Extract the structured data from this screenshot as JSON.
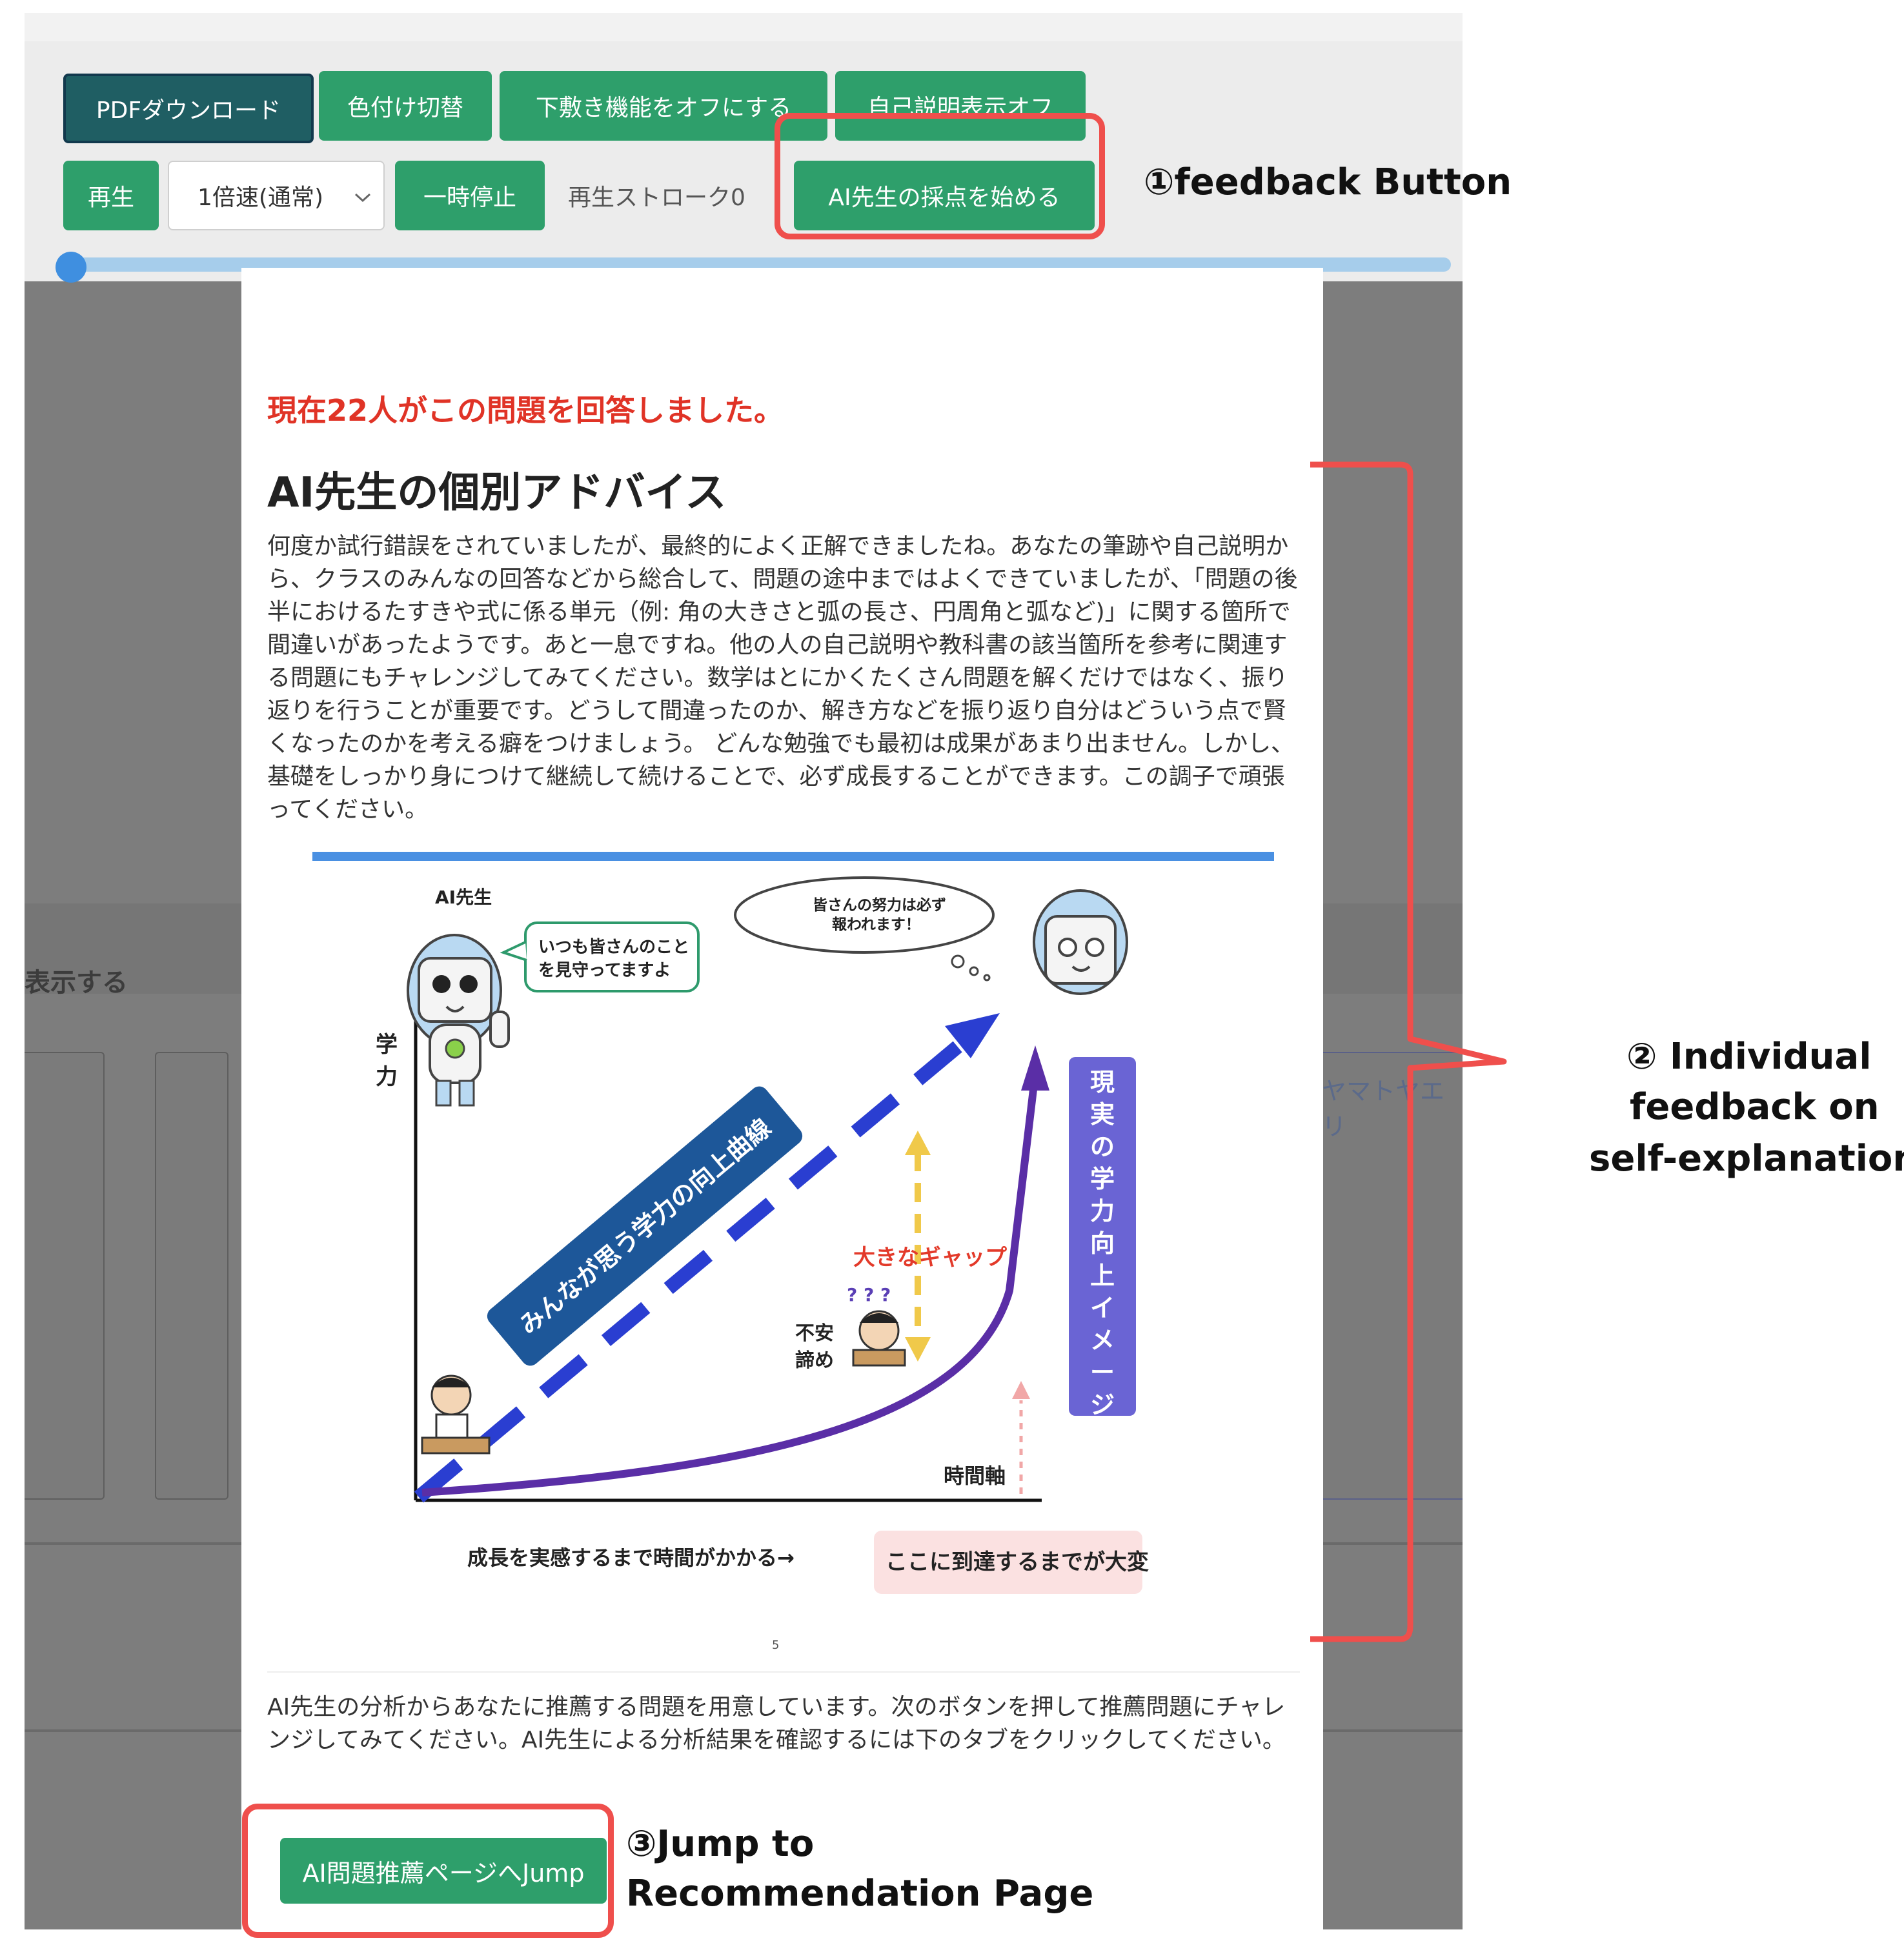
{
  "toolbar": {
    "pdf_download": "PDFダウンロード",
    "color_toggle": "色付け切替",
    "underlay_off": "下敷き機能をオフにする",
    "self_explanation_off": "自己説明表示オフ",
    "play": "再生",
    "speed_selected": "1倍速(通常)",
    "pause": "一時停止",
    "stroke_label": "再生ストローク0",
    "ai_grade": "AI先生の採点を始める"
  },
  "page": {
    "notice": "現在22人がこの問題を回答しました。",
    "advice_title": "AI先生の個別アドバイス",
    "advice_body": "何度か試行錯誤をされていましたが、最終的によく正解できましたね。あなたの筆跡や自己説明から、クラスのみんなの回答などから総合して、問題の途中まではよくできていましたが、「問題の後半におけるたすきや式に係る単元（例: 角の大きさと弧の長さ、円周角と弧など)」に関する箇所で間違いがあったようです。あと一息ですね。他の人の自己説明や教科書の該当箇所を参考に関連する問題にもチャレンジしてみてください。数学はとにかくたくさん問題を解くだけではなく、振り返りを行うことが重要です。どうして間違ったのか、解き方などを振り返り自分はどういう点で賢くなったのかを考える癖をつけましょう。 どんな勉強でも最初は成果があまり出ません。しかし、基礎をしっかり身につけて継続して続けることで、必ず成長することができます。この調子で頑張ってください。",
    "page_number": "5",
    "recommend_text": "AI先生の分析からあなたに推薦する問題を用意しています。次のボタンを押して推薦問題にチャレンジしてみてください。AI先生による分析結果を確認するには下のタブをクリックしてください。",
    "jump_button": "AI問題推薦ページへJump"
  },
  "figure": {
    "ai_teacher": "AI先生",
    "bubble_line1": "いつも皆さんのこと",
    "bubble_line2": "を見守ってますよ",
    "cloud_line1": "皆さんの努力は必ず",
    "cloud_line2": "報われます！",
    "ylabel_1": "学",
    "ylabel_2": "力",
    "expected_curve": "みんなが思う学力の向上曲線",
    "real_image": "現実の学力向上イメージ",
    "big_gap": "大きなギャップ",
    "anxiety": "不安",
    "give_up": "諦め",
    "question_marks": "? ? ?",
    "xlabel": "時間軸",
    "growth_note": "成長を実感するまで時間がかかる→",
    "hard_part": "ここに到達するまでが大変"
  },
  "side": {
    "show_label": "表示する",
    "yamato": "ヤマトヤエリ"
  },
  "annotations": {
    "a1": "①feedback Button",
    "a2_line1": "② Individual",
    "a2_line2": "feedback on",
    "a2_line3": "self-explanations",
    "a3_line1": "③Jump to",
    "a3_line2": "Recommendation Page"
  },
  "colors": {
    "button_green": "#2e9f6b",
    "notice_red": "#e03326",
    "annotation_red": "#ef4f4c",
    "expected_curve_blue": "#1d5799",
    "real_curve_purple": "#5a2ea6",
    "dash_blue": "#2a3ed1"
  }
}
